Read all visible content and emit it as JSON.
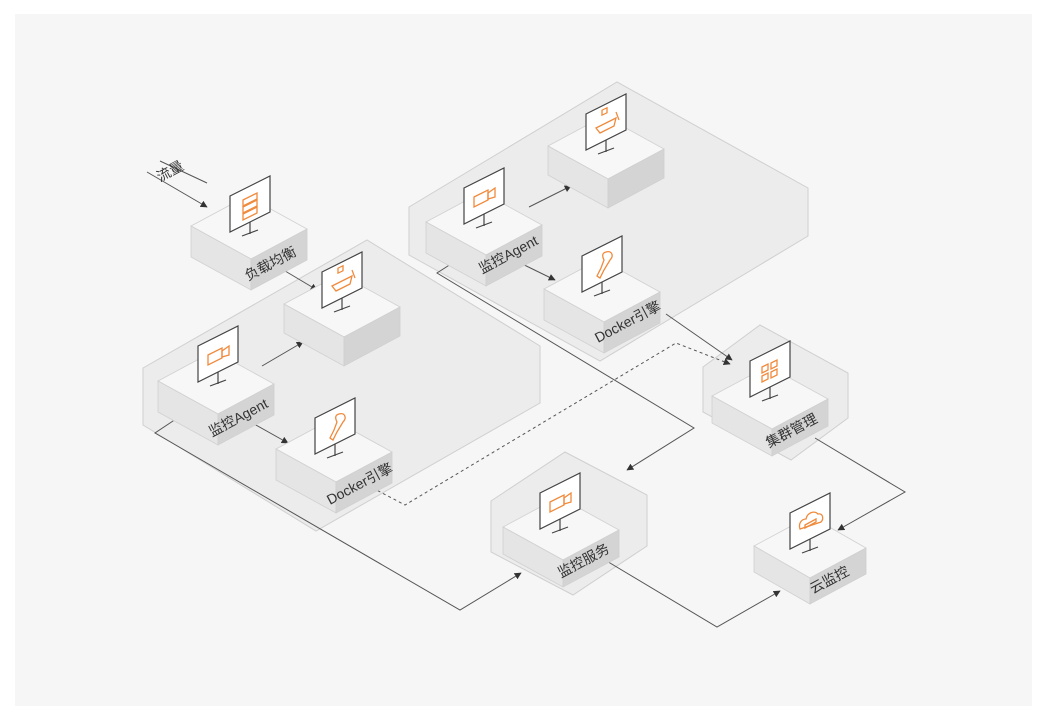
{
  "colors": {
    "accent": "#f08a3c",
    "line": "#555555",
    "zone_fill": "#ececec",
    "zone_stroke": "#cccccc",
    "box_top": "#f7f7f7",
    "box_left": "#e5e5e5",
    "box_right": "#d4d4d4"
  },
  "labels": {
    "traffic": "流量",
    "lb": "负载均衡",
    "agent_left": "监控Agent",
    "docker_left": "Docker引擎",
    "agent_right": "监控Agent",
    "docker_right": "Docker引擎",
    "cluster": "集群管理",
    "monitor_service": "监控服务",
    "cloud_monitor": "云监控"
  },
  "icons": {
    "lb": "server-list-icon",
    "container": "container-ship-icon",
    "agent": "video-camera-icon",
    "docker": "wrench-icon",
    "cluster": "grid-apps-icon",
    "cloud": "cloud-storage-icon"
  }
}
